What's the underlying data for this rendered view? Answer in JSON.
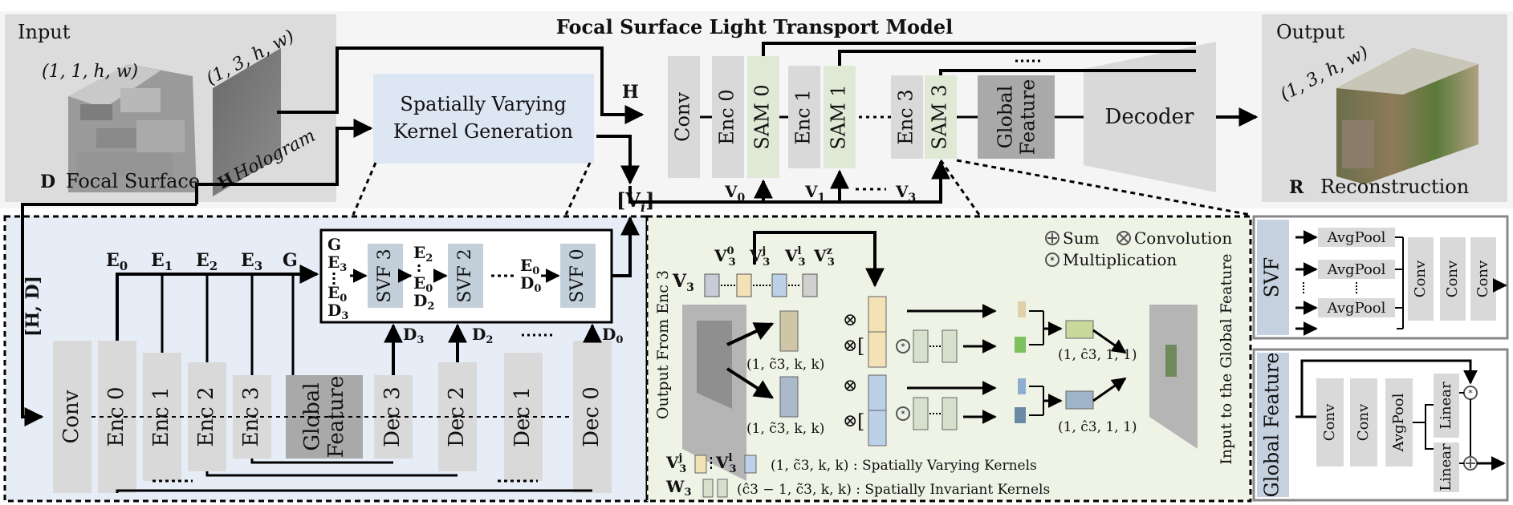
{
  "top": {
    "title": "Focal Surface Light Transport Model",
    "input_label": "Input",
    "output_label": "Output",
    "shape_d": "(1, 1, h, w)",
    "shape_h": "(1, 3, h, w)",
    "shape_r": "(1, 3, h, w)",
    "label_D": "D",
    "focal_surface": "Focal Surface",
    "label_H": "H",
    "hologram": "Hologram",
    "label_R": "R",
    "reconstruction": "Reconstruction",
    "kernel_gen_line1": "Spatially Varying",
    "kernel_gen_line2": "Kernel Generation",
    "arrow_H": "H",
    "vi": "[V",
    "vi_sub": "i",
    "vi_close": "]",
    "blocks": [
      "Conv",
      "Enc 0",
      "SAM 0",
      "Enc 1",
      "SAM 1",
      "Enc 3",
      "SAM 3"
    ],
    "global_feature_1": "Global",
    "global_feature_2": "Feature",
    "decoder": "Decoder",
    "v0": "V",
    "v0_sub": "0",
    "v1": "V",
    "v1_sub": "1",
    "v3": "V",
    "v3_sub": "3"
  },
  "kernelgen": {
    "hd": "[H, D]",
    "e_labels": [
      "E",
      "E",
      "E",
      "E",
      "G"
    ],
    "e_subs": [
      "0",
      "1",
      "2",
      "3",
      ""
    ],
    "blocks": [
      "Conv",
      "Enc 0",
      "Enc 1",
      "Enc 2",
      "Enc 3"
    ],
    "global_1": "Global",
    "global_2": "Feature",
    "decs": [
      "Dec 3",
      "Dec 2",
      "Dec 1",
      "Dec 0"
    ],
    "d_labels": [
      "D",
      "D",
      "D"
    ],
    "d_subs": [
      "3",
      "2",
      "0"
    ],
    "svf": [
      "SVF 3",
      "SVF 2",
      "SVF 0"
    ],
    "svf_in_g": "G",
    "svf_in_e3": "E",
    "svf_in_e3_sub": "3",
    "svf_in_e0": "E",
    "svf_in_e0_sub": "0",
    "svf_in_d3": "D",
    "svf_in_d3_sub": "3",
    "svf2_e2": "E",
    "svf2_e2_sub": "2",
    "svf2_e0": "E",
    "svf2_e0_sub": "0",
    "svf2_d2": "D",
    "svf2_d2_sub": "2",
    "svf0_e0": "E",
    "svf0_e0_sub": "0",
    "svf0_d0": "D",
    "svf0_d0_sub": "0"
  },
  "sam": {
    "legend_sum": "Sum",
    "legend_conv": "Convolution",
    "legend_mult": "Multiplication",
    "v3": "V",
    "v3_sub": "3",
    "vk_labels": [
      "V",
      "V",
      "V",
      "V"
    ],
    "vk_sups": [
      "0",
      "j",
      "l",
      "z"
    ],
    "vk_sub": "3",
    "output_from": "Output From Enc 3",
    "input_to": "Input to the Global Feature",
    "shape_k1": "(1, c̃3, k, k)",
    "shape_k2": "(1, c̃3, k, k)",
    "shape_c1": "(1, ĉ3, 1, 1)",
    "shape_c2": "(1, ĉ3, 1, 1)",
    "legend_sv": "(1, c̃3, k, k) : Spatially Varying Kernels",
    "legend_si": "(ĉ3 − 1, c̃3, k, k) : Spatially Invariant Kernels",
    "legend_vj": "V",
    "legend_vj_sup": "j",
    "legend_vl": "V",
    "legend_vl_sup": "l",
    "legend_w": "W",
    "legend_sub3": "3"
  },
  "svf_panel": {
    "title": "SVF",
    "pools": [
      "AvgPool",
      "AvgPool",
      "AvgPool"
    ],
    "convs": [
      "Conv",
      "Conv",
      "Conv"
    ]
  },
  "gf_panel": {
    "title": "Global Feature",
    "convs": [
      "Conv",
      "Conv"
    ],
    "avgpool": "AvgPool",
    "linears": [
      "Linear",
      "Linear"
    ]
  },
  "colors": {
    "top_bg": "#ececec",
    "kernel_bg": "#e8eef7",
    "sam_bg": "#eef2e6",
    "block_gray": "#d9d9d9",
    "block_dark": "#a9a9a9",
    "sam_green": "#e2ecd9",
    "svf_blue": "#c3d0db",
    "panel_title": "#c5d1de"
  }
}
